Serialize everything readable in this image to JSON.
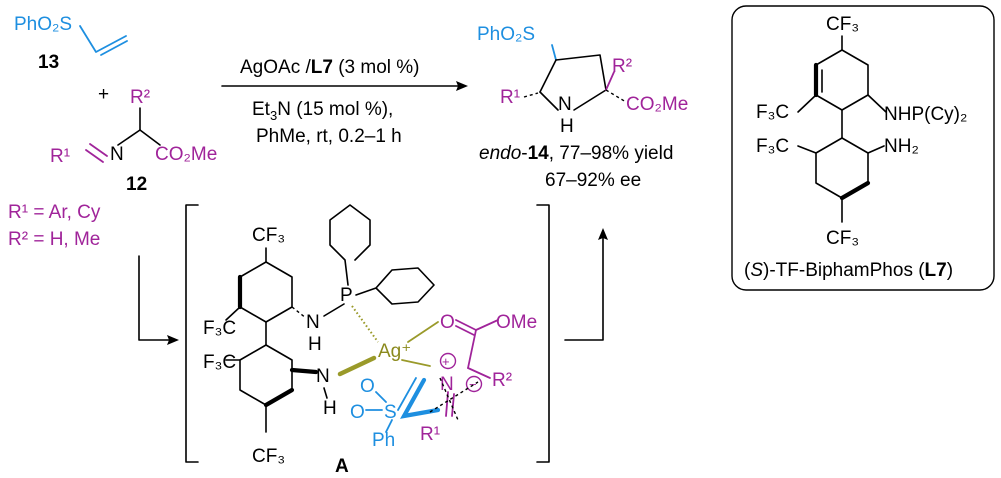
{
  "reactants": {
    "sulfone_formula": "PhO₂S",
    "sulfone_number": "13",
    "plus": "+",
    "imino_R2": "R²",
    "imino_R1": "R¹",
    "imino_N": "N",
    "imino_ester": "CO₂Me",
    "imino_number": "12",
    "r1_def": "R¹ = Ar, Cy",
    "r2_def": "R² = H, Me"
  },
  "conditions": {
    "line1_pre": "AgOAc /",
    "line1_ligand": "L7",
    "line1_post": " (3 mol %)",
    "line2_pre": "Et",
    "line2_sub": "3",
    "line2_post": "N (15 mol %),",
    "line3": "PhMe, rt, 0.2–1 h"
  },
  "product": {
    "sulfone": "PhO₂S",
    "R1": "R¹",
    "R2": "R²",
    "N": "N",
    "H": "H",
    "ester": "CO₂Me",
    "label_italic": "endo",
    "label_dash": "-",
    "label_number": "14",
    "label_rest": ", 77–98% yield",
    "ee": "67–92% ee"
  },
  "ligand_box": {
    "cf3_top": "CF₃",
    "cf3_left_top": "F₃C",
    "nhp": "NHP(Cy)₂",
    "cf3_left_bottom": "F₃C",
    "nh2": "NH₂",
    "cf3_bottom": "CF₃",
    "name_open": "(",
    "name_italic": "S",
    "name_mid": ")-TF-BiphamPhos (",
    "name_bold": "L7",
    "name_close": ")"
  },
  "transition_state": {
    "cf3_top": "CF₃",
    "P": "P",
    "NH_N": "N",
    "NH_H": "H",
    "cf3_left_top": "F₃C",
    "cf3_left_bottom": "F₃C",
    "Ag": "Ag⁺",
    "O": "O",
    "OMe": "OMe",
    "N_plus": "N",
    "plus_charge": "+",
    "minus_charge": "−",
    "R2": "R²",
    "R1": "R¹",
    "NH2_N": "N",
    "NH2_H": "H",
    "S": "S",
    "O1": "O",
    "O2": "O",
    "Ph": "Ph",
    "cf3_bottom": "CF₃",
    "label": "A"
  }
}
